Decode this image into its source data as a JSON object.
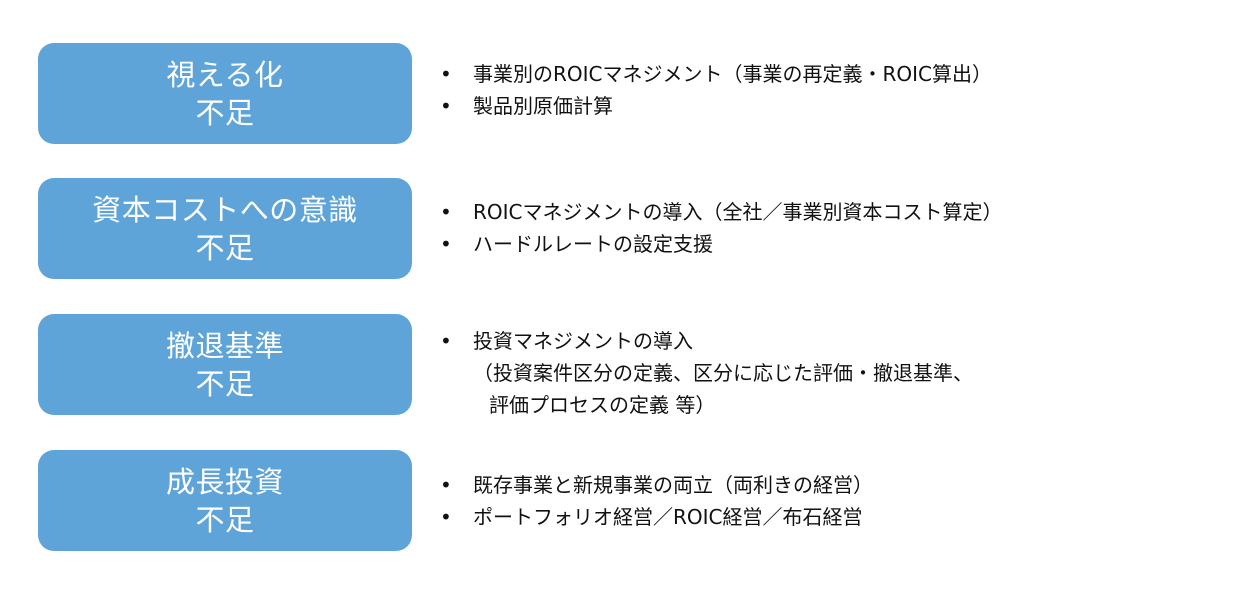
{
  "rows": [
    {
      "label_line1": "視える化",
      "label_line2": "不足",
      "bullets": [
        "事業別のROICマネジメント（事業の再定義・ROIC算出）",
        "製品別原価計算"
      ]
    },
    {
      "label_line1": "資本コストへの意識",
      "label_line2": "不足",
      "bullets": [
        "ROICマネジメントの導入（全社／事業別資本コスト算定）",
        "ハードルレートの設定支援"
      ]
    },
    {
      "label_line1": "撤退基準",
      "label_line2": "不足",
      "bullet_main": "投資マネジメントの導入",
      "bullet_cont1": "（投資案件区分の定義、区分に応じた評価・撤退基準、",
      "bullet_cont2": "評価プロセスの定義 等）"
    },
    {
      "label_line1": "成長投資",
      "label_line2": "不足",
      "bullets": [
        "既存事業と新規事業の両立（両利きの経営）",
        "ポートフォリオ経営／ROIC経営／布石経営"
      ]
    }
  ],
  "colors": {
    "label_fill": "#5fa4d9",
    "label_text": "#ffffff",
    "body_text": "#111111"
  }
}
